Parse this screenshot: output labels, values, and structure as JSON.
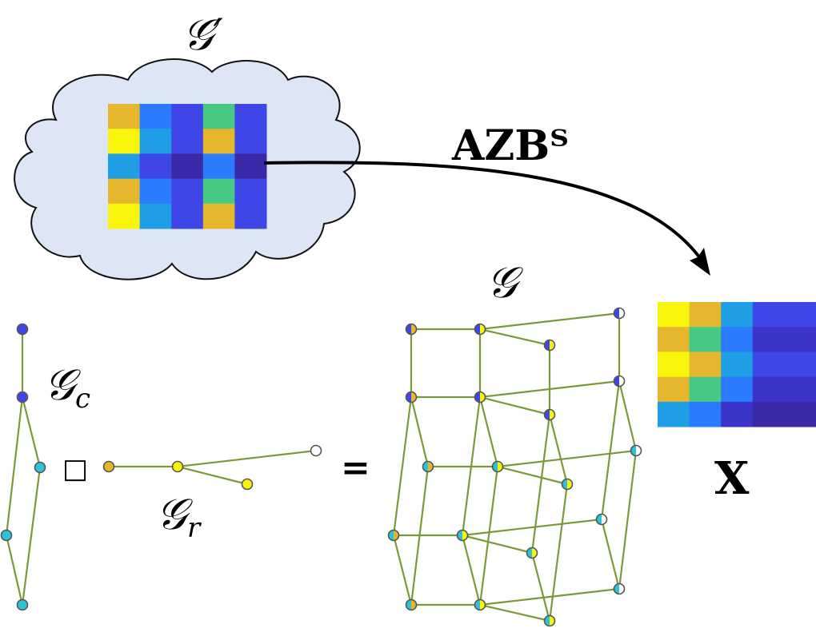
{
  "labels": {
    "g_prime": "𝒢′",
    "transform": "AZBᵀ",
    "g": "𝒢",
    "g_c": "𝒢",
    "g_c_sub": "c",
    "g_r": "𝒢",
    "g_r_sub": "r",
    "product": "□",
    "equals": "=",
    "x": "X"
  },
  "colors": {
    "cloud_fill": "#dce6f4",
    "cloud_stroke": "#111111",
    "edge": "#7a9a3a",
    "arrow": "#000000",
    "viridis": {
      "yellow": "#f9f40c",
      "gold": "#e6b62d",
      "green": "#45c983",
      "cyan": "#1f9de5",
      "blue": "#2b7bff",
      "indigo": "#3f46e8",
      "darkindigo": "#3a35c8",
      "deep": "#3a2aa8",
      "light": "#2cc3d8"
    }
  },
  "heatmaps": {
    "g_prime_matrix": [
      [
        "gold",
        "blue",
        "indigo",
        "green",
        "indigo"
      ],
      [
        "yellow",
        "cyan",
        "indigo",
        "gold",
        "indigo"
      ],
      [
        "cyan",
        "indigo",
        "deep",
        "blue",
        "deep"
      ],
      [
        "gold",
        "blue",
        "indigo",
        "green",
        "indigo"
      ],
      [
        "yellow",
        "cyan",
        "indigo",
        "gold",
        "indigo"
      ]
    ],
    "x_matrix": [
      [
        "yellow",
        "gold",
        "cyan",
        "indigo",
        "indigo"
      ],
      [
        "gold",
        "green",
        "blue",
        "darkindigo",
        "darkindigo"
      ],
      [
        "yellow",
        "gold",
        "cyan",
        "indigo",
        "indigo"
      ],
      [
        "gold",
        "green",
        "blue",
        "darkindigo",
        "darkindigo"
      ],
      [
        "cyan",
        "blue",
        "darkindigo",
        "deep",
        "deep"
      ]
    ]
  },
  "graphs": {
    "g_c": {
      "nodes": [
        {
          "id": "c1",
          "color": "indigo"
        },
        {
          "id": "c2",
          "color": "indigo"
        },
        {
          "id": "c3",
          "color": "light"
        },
        {
          "id": "c4",
          "color": "light"
        },
        {
          "id": "c5",
          "color": "light"
        }
      ]
    },
    "g_r": {
      "nodes": [
        {
          "id": "r1",
          "color": "gold"
        },
        {
          "id": "r2",
          "color": "yellow"
        },
        {
          "id": "r3",
          "color": "yellow"
        },
        {
          "id": "r4",
          "color": "white"
        }
      ]
    }
  }
}
